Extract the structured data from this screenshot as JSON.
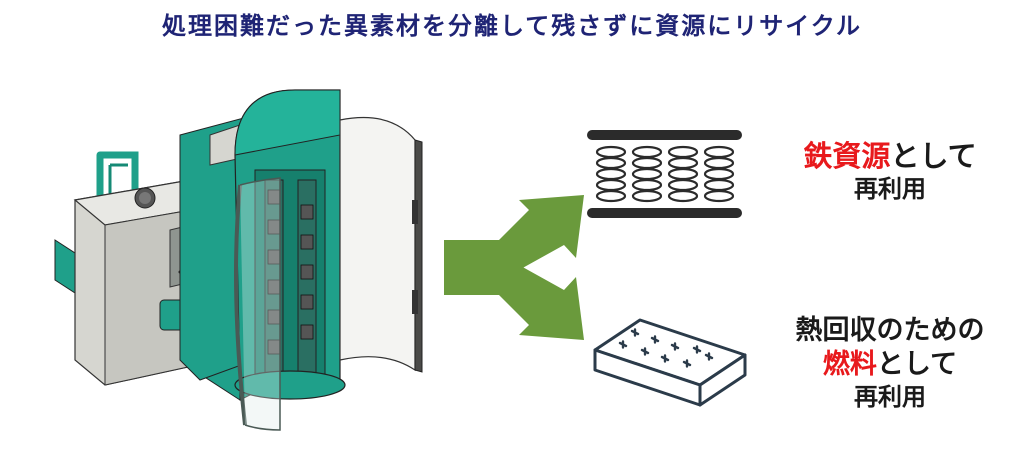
{
  "title": "処理困難だった異素材を分離して残さずに資源にリサイクル",
  "outputs": {
    "metal": {
      "accent": "鉄資源",
      "rest": "として",
      "line2": "再利用",
      "icon": "spring-mattress-core-icon"
    },
    "fuel": {
      "line1": "熱回収のための",
      "accent": "燃料",
      "rest": "として",
      "line3": "再利用",
      "icon": "fuel-board-icon"
    }
  },
  "colors": {
    "title": "#1f2475",
    "accent": "#e8191c",
    "arrow": "#6a9a3c",
    "machine_teal": "#1fa08a",
    "machine_gray": "#d6d6d0"
  }
}
